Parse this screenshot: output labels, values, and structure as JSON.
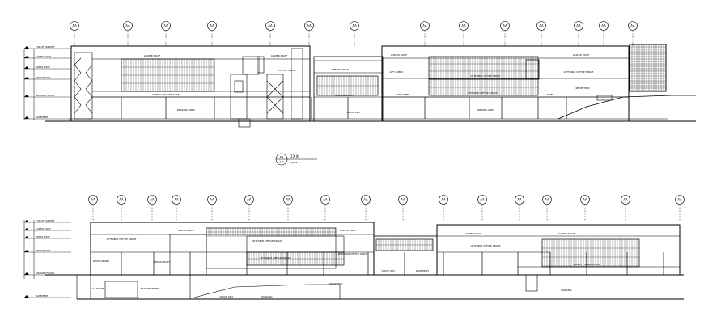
{
  "grid_bubble_label": "AA",
  "section_marker": {
    "bubble_top": "AA",
    "bubble_bottom": "AA",
    "title": "XXX",
    "scale": "SCALE 1:"
  },
  "top_section": {
    "level_labels": [
      "TOP OF PARAPET",
      "LOWER ROOF",
      "UPPER ROOF",
      "FIRST FLOOR",
      "GROUND FLOOR",
      "BASEMENT"
    ],
    "room_labels": {
      "lower_roof_a": "LOWER ROOF",
      "lower_roof_b": "LOWER ROOF",
      "lower_roof_c": "LOWER ROOF",
      "lower_roof_d": "LOWER ROOF",
      "office_a": "OFFICE SPACE",
      "office_b": "OFFICE SPACE",
      "lift_lobby": "LIFT LOBBY",
      "lift_lobby_b": "LIFT LOBBY",
      "lettable_office_a": "LETTABLE OFFICE SPACE",
      "lettable_office_b": "LETTABLE OFFICE SPACE",
      "lettable_office_c": "LETTABLE OFFICE SPACE",
      "warehouse": "SUPPLY / WAREHOUSE",
      "parking_a": "PARKING AREA",
      "parking_b": "PARKING AREA",
      "parking_c": "PARKING AREA",
      "drive_way": "DRIVE WAY",
      "reception": "RECEPTION",
      "ramp": "RAMP"
    }
  },
  "bottom_section": {
    "level_labels": [
      "TOP OF PARAPET",
      "LOWER ROOF",
      "UPPER ROOF",
      "FIRST FLOOR",
      "GROUND FLOOR",
      "BASEMENT"
    ],
    "room_labels": {
      "lower_roof_a": "LOWER ROOF",
      "lower_roof_b": "LOWER ROOF",
      "lower_roof_c": "LOWER ROOF",
      "lower_roof_d": "LOWER ROOF",
      "lettable_office_a": "LETTABLE OFFICE SPACE",
      "lettable_office_b": "LETTABLE OFFICE SPACE",
      "lettable_office_c": "LETTABLE OFFICE SPACE",
      "lettable_office_d": "LETTABLE OFFICE SPACE",
      "lettable_office_e": "LETTABLE OFFICE SPACE",
      "restaurant_a": "RESTAURANT",
      "restaurant_b": "RESTAURANT",
      "warehouse": "SUPPLY / WAREHOUSE",
      "plant_room": "A.C. ROOM",
      "transformer": "TRANSFORMER",
      "drive_way_a": "DRIVE WAY",
      "drive_way_b": "DRIVE WAY",
      "drive_way_c": "DRIVE WAY",
      "parking_a": "PARKING",
      "parking_b": "PARKING",
      "pavement": "PAVEMENT"
    }
  }
}
